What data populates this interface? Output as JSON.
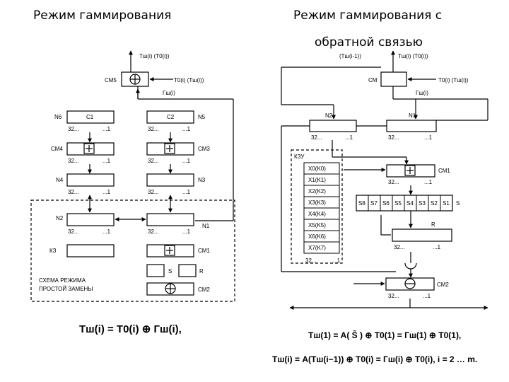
{
  "titles": {
    "left": "Режим гаммирования",
    "right_line1": "Режим гаммирования с",
    "right_line2": "обратной связью"
  },
  "left": {
    "top_out": "Tш(i) (T0(i))",
    "cm5": "СМ5",
    "t0_in": "T0(i) (Tш(i))",
    "gamma": "Гш(i)",
    "n6": "N6",
    "c1": "C1",
    "c2": "C2",
    "n5": "N5",
    "bits32": "32...",
    "bits1": "...1",
    "cm4": "СМ4",
    "cm3": "СМ3",
    "n4": "N4",
    "n3": "N3",
    "n2": "N2",
    "n1": "N1",
    "kz": "КЗ",
    "cm1": "СМ1",
    "s": "S",
    "r": "R",
    "cm2": "СМ2",
    "scheme_line1": "СХЕМА РЕЖИМА",
    "scheme_line2": "ПРОСТОЙ ЗАМЕНЫ"
  },
  "right": {
    "top_out": "Tш(i) (T0(i))",
    "t_prev": "(Tш(i-1))",
    "cm": "СМ",
    "t0_in": "T0(i) (Tш(i))",
    "gamma": "Гш(i)",
    "n2": "N2",
    "n1": "N1",
    "kzu": "КЗУ",
    "keys": [
      "X0(K0)",
      "X1(K1)",
      "X2(K2)",
      "X3(K3)",
      "X4(K4)",
      "X5(K5)",
      "X6(K6)",
      "X7(K7)"
    ],
    "cm1": "СМ1",
    "s_boxes": [
      "S8",
      "S7",
      "S6",
      "S5",
      "S4",
      "S3",
      "S2",
      "S1"
    ],
    "s": "S",
    "r": "R",
    "cm2": "СМ2",
    "bits32": "32...",
    "bits1": "...1"
  },
  "formulas": {
    "left": "Tш(i) = T0(i) ⊕ Гш(i),",
    "right1": "Tш(1) = A( S̃ ) ⊕ T0(1) = Гш(1) ⊕ T0(1),",
    "right2": "Tш(i) = A(Tш(i−1)) ⊕ T0(i) = Гш(i) ⊕ T0(i),   i = 2 … m."
  }
}
